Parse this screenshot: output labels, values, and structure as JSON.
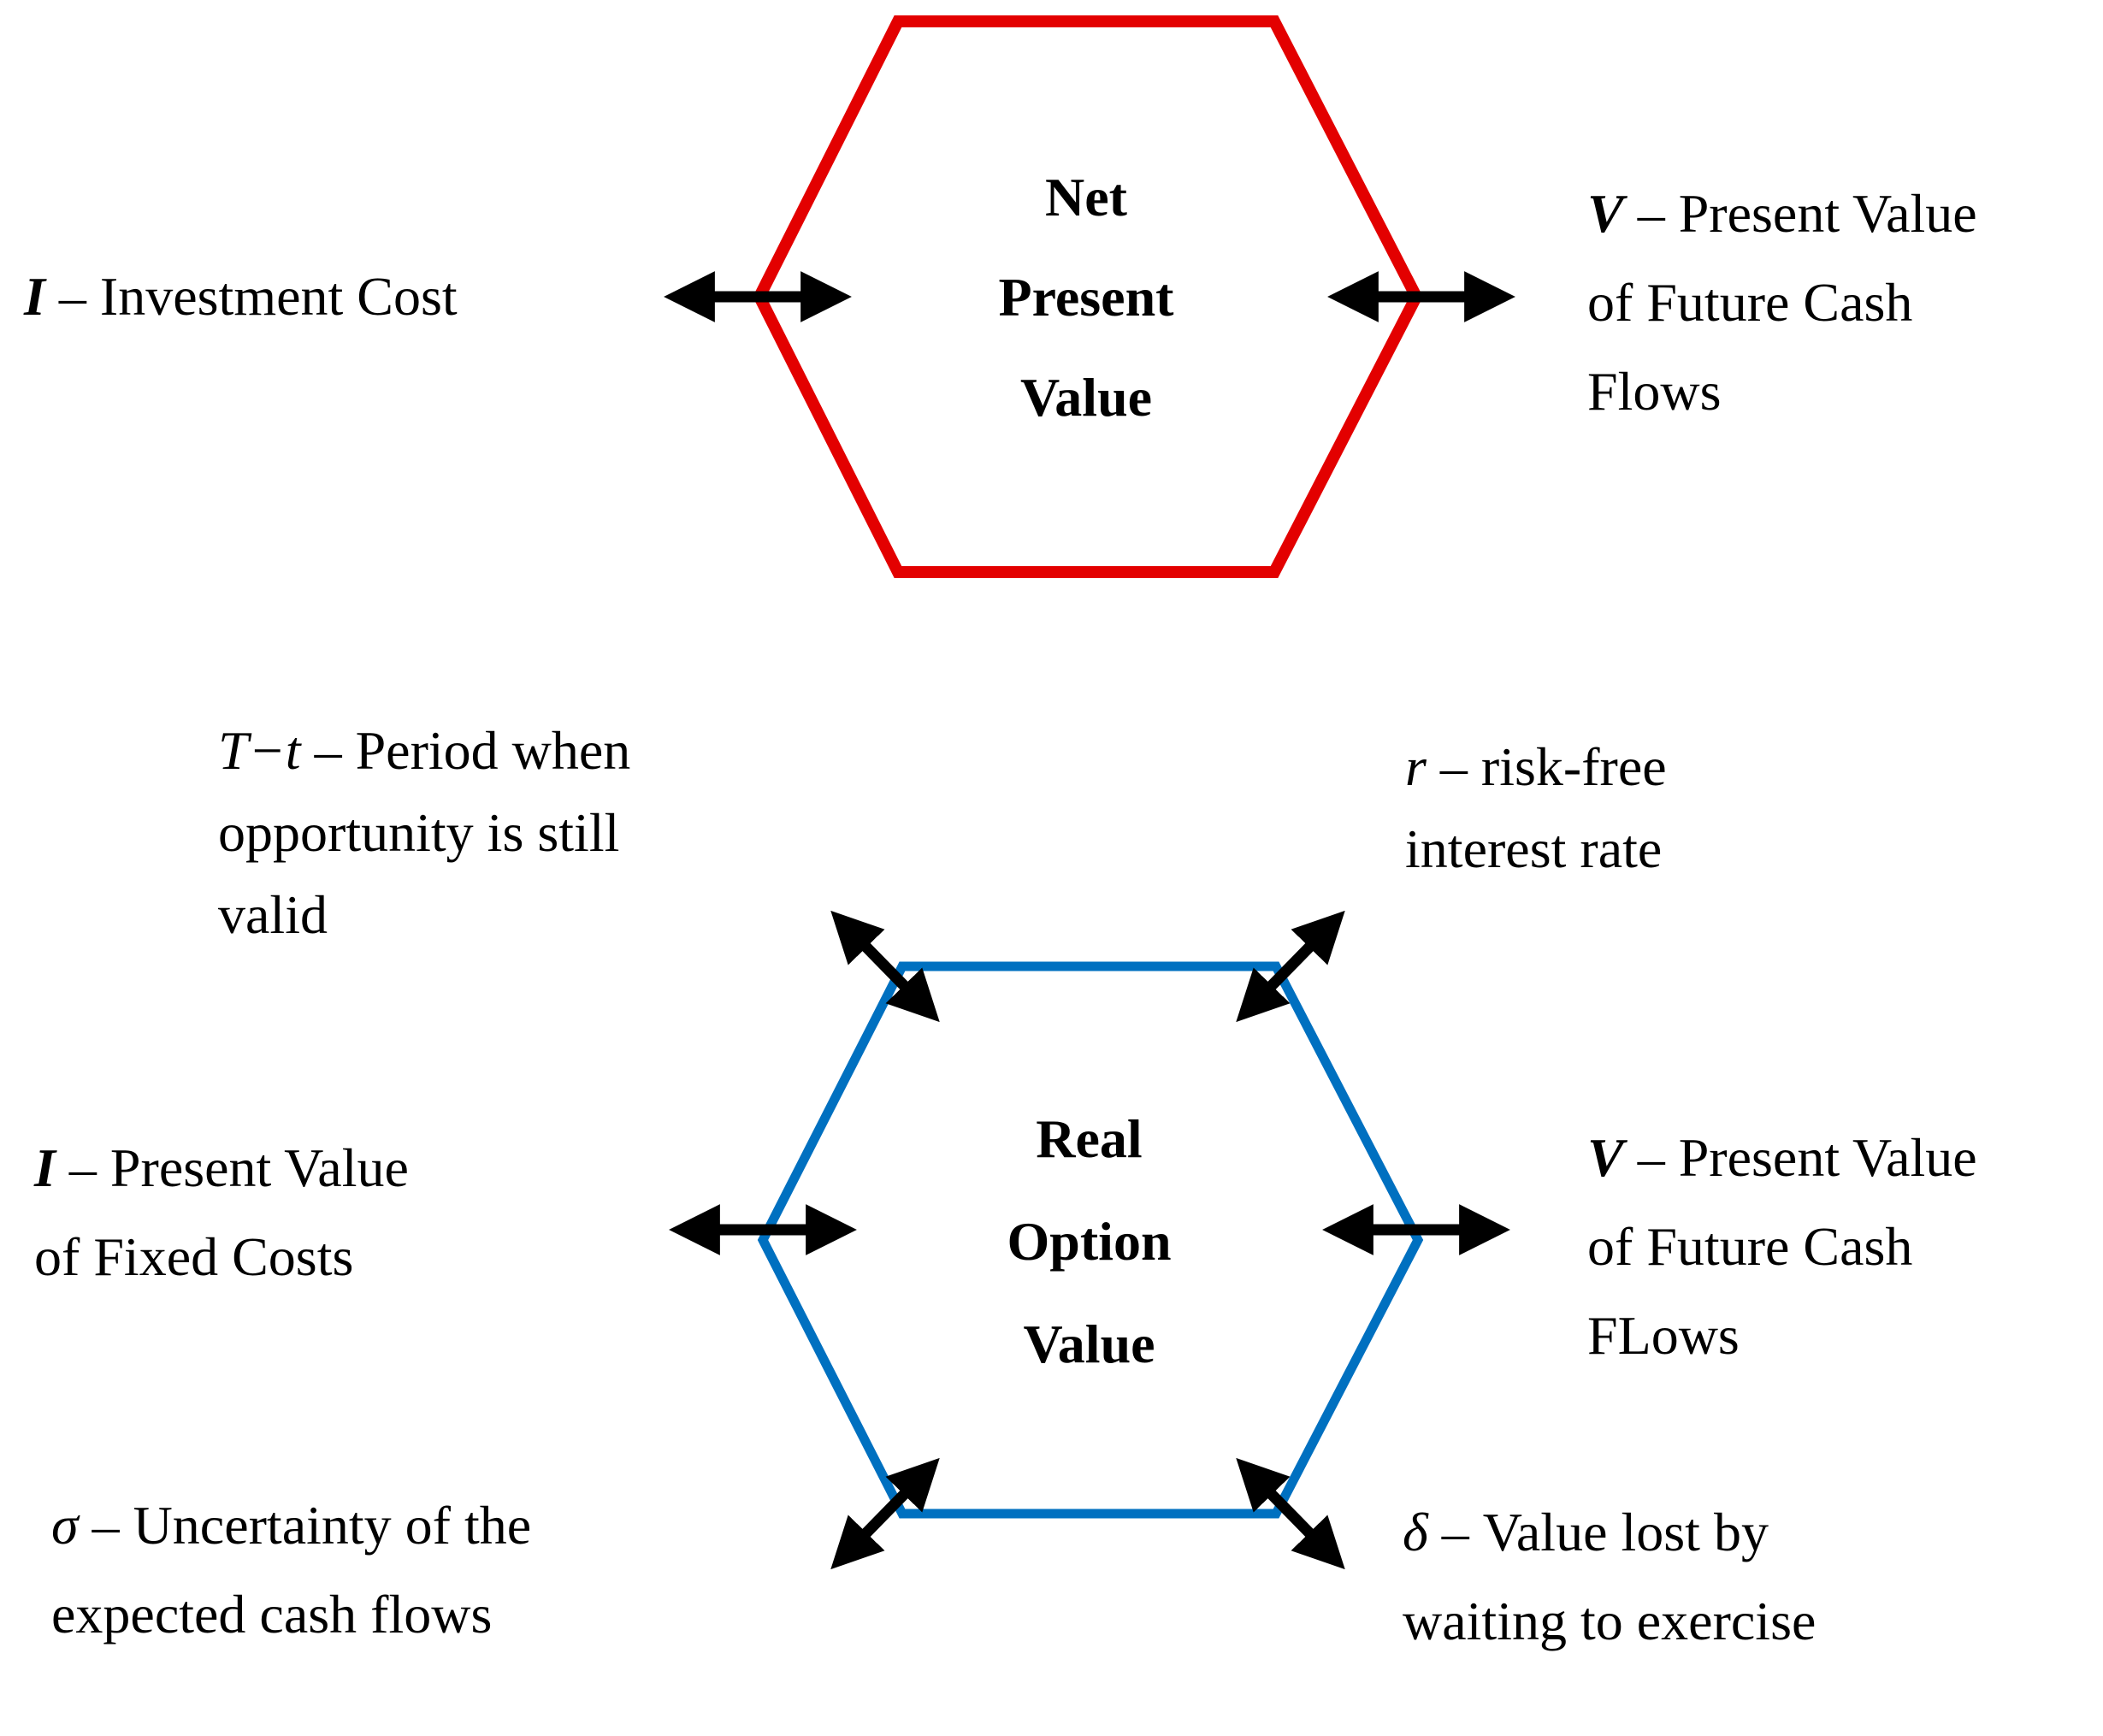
{
  "figure": {
    "background_color": "#ffffff",
    "colors": {
      "npv_hexagon_border": "#e30000",
      "rov_hexagon_border": "#0070c0",
      "arrow": "#000000",
      "text": "#000000"
    },
    "npv_hexagon": {
      "line1": "Net",
      "line2": "Present",
      "line3": "Value"
    },
    "rov_hexagon": {
      "line1": "Real",
      "line2": "Option",
      "line3": "Value"
    },
    "labels": {
      "npv_left": {
        "symbol": "I",
        "line1_rest": " – Investment Cost"
      },
      "npv_right": {
        "symbol": "V",
        "line1_rest": " – Present Value",
        "line2": "of Future Cash",
        "line3": "Flows"
      },
      "rov_top_left": {
        "symbol": "T−t",
        "line1_rest": " – Period when",
        "line2": "opportunity is still",
        "line3": "valid"
      },
      "rov_top_right": {
        "symbol": "r",
        "line1_rest": " – risk-free",
        "line2": "interest rate"
      },
      "rov_left": {
        "symbol": "I",
        "line1_rest": " – Present Value",
        "line2": "of Fixed Costs"
      },
      "rov_right": {
        "symbol": "V",
        "line1_rest": " – Present Value",
        "line2": "of Future Cash",
        "line3": "FLows"
      },
      "rov_bottom_left": {
        "symbol": "σ",
        "line1_rest": " – Uncertainty of the",
        "line2": "expected cash flows"
      },
      "rov_bottom_right": {
        "symbol": "δ",
        "line1_rest": " – Value lost by",
        "line2": "waiting to exercise"
      }
    },
    "icons": {
      "double_headed_arrow": "two-way relationship arrow"
    }
  }
}
